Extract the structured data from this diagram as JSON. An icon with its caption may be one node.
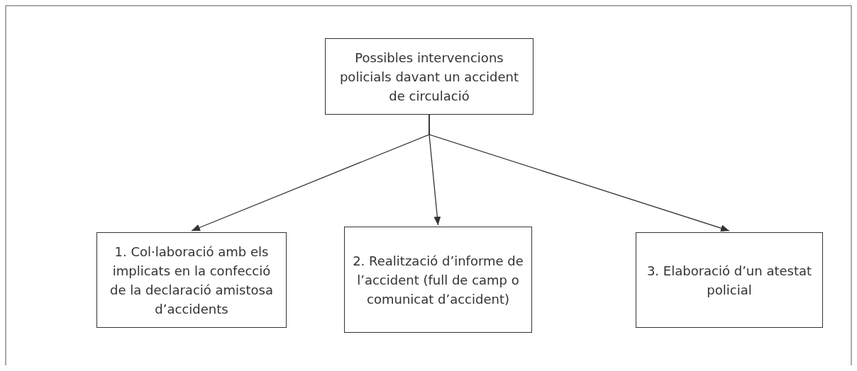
{
  "diagram": {
    "nodes": [
      {
        "text": [
          "Possibles intervencions policials davant un accident de circulació"
        ]
      },
      {
        "text": [
          "1. Col·laboració amb els implicats en la confecció de la declaració amistosa d’accidents"
        ]
      },
      {
        "text": [
          "2. Realització d’informe de l’accident (full de camp o comunicat d’accident)"
        ]
      },
      {
        "text": [
          "3. Elaboració d’un atestat policial"
        ]
      }
    ],
    "edges": [
      {
        "from": 0,
        "to": 1,
        "arrow": "to"
      },
      {
        "from": 0,
        "to": 2,
        "arrow": "to"
      },
      {
        "from": 0,
        "to": 3,
        "arrow": "to"
      }
    ]
  }
}
